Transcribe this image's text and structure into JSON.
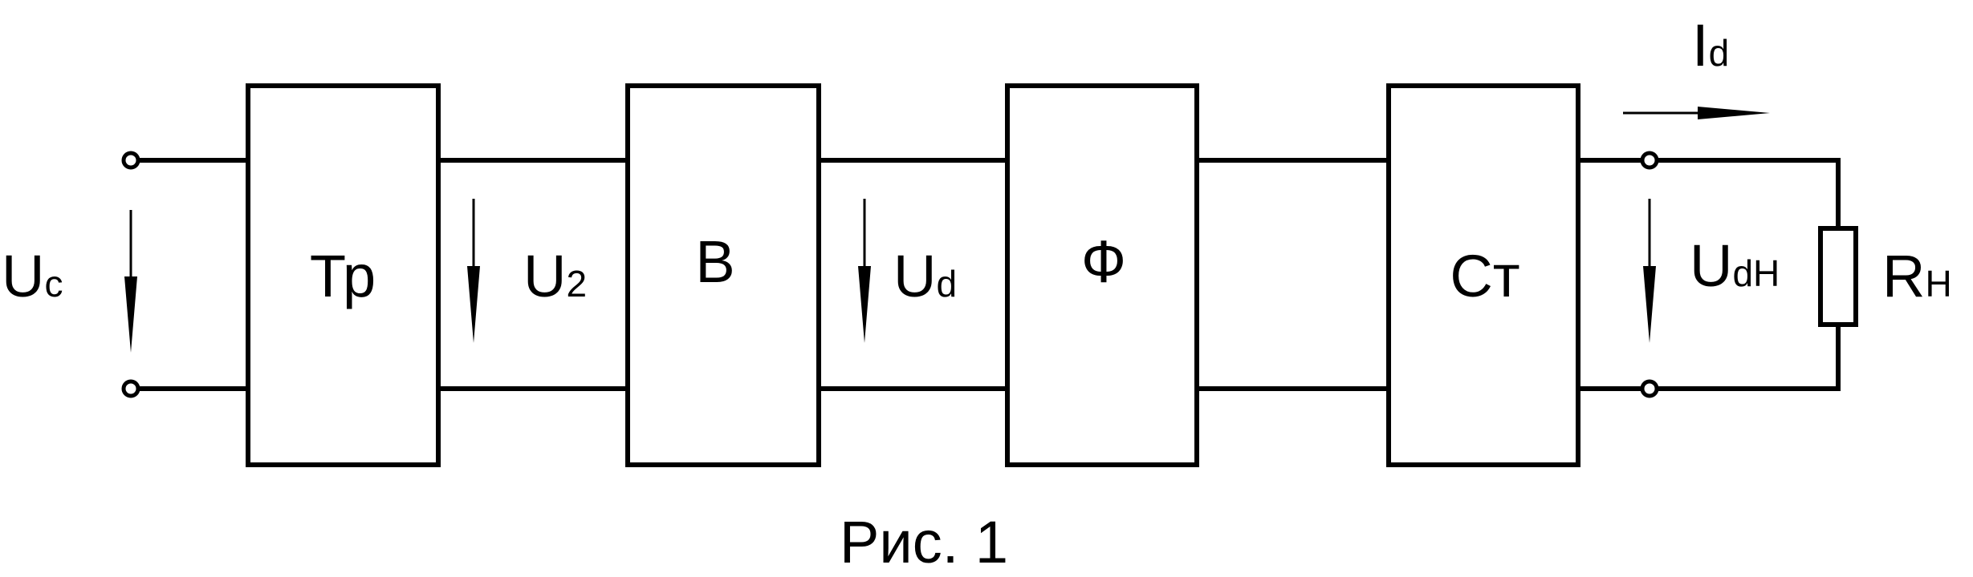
{
  "blocks": {
    "transformer": "Тр",
    "rectifier": "В",
    "filter": "Ф",
    "stabilizer": "Ст"
  },
  "labels": {
    "input_voltage": {
      "main": "U",
      "sub": "c"
    },
    "transformer_voltage": {
      "main": "U",
      "sub": "2"
    },
    "rectified_voltage": {
      "main": "U",
      "sub": "d"
    },
    "load_voltage": {
      "main": "U",
      "sub": "dН"
    },
    "load_current": {
      "main": "I",
      "sub": "d"
    },
    "load_resistor": {
      "main": "R",
      "sub": "Н"
    }
  },
  "caption": "Рис. 1"
}
